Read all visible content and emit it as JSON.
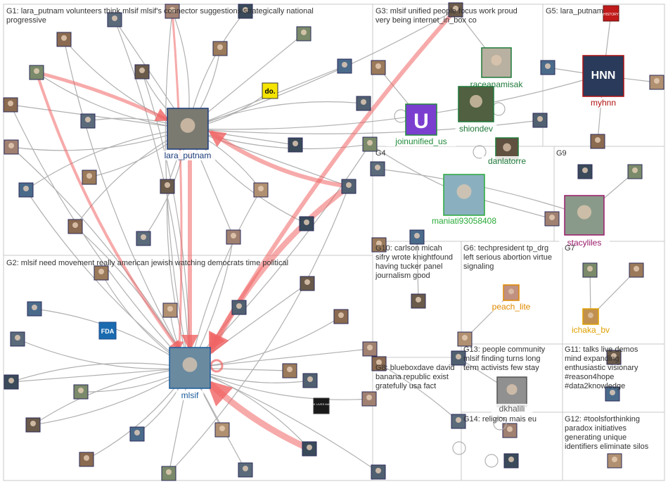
{
  "groups": [
    {
      "id": "G1",
      "title_lines": [
        "G1: lara_putnam volunteers think mlsif mlsif's connector suggestions strategically national",
        "progressive"
      ]
    },
    {
      "id": "G2",
      "title_lines": [
        "G2: mlsif need movement really american jewish watching democrats time political"
      ]
    },
    {
      "id": "G3",
      "title_lines": [
        "G3: mlsif unified people focus work proud",
        "very being internet_in_box co"
      ]
    },
    {
      "id": "G4",
      "title_lines": [
        "G4"
      ]
    },
    {
      "id": "G5",
      "title_lines": [
        "G5: lara_putnam"
      ]
    },
    {
      "id": "G6",
      "title_lines": [
        "G6: techpresident tp_drg",
        "left serious abortion virtue",
        "signaling"
      ]
    },
    {
      "id": "G7",
      "title_lines": [
        "G7"
      ]
    },
    {
      "id": "G8",
      "title_lines": [
        "G8: blueboxdave david",
        "banana republic exist",
        "gratefully usa fact"
      ]
    },
    {
      "id": "G9",
      "title_lines": [
        "G9"
      ]
    },
    {
      "id": "G10",
      "title_lines": [
        "G10: carlson micah",
        "sifry wrote knightfound",
        "having tucker panel",
        "journalism good"
      ]
    },
    {
      "id": "G11",
      "title_lines": [
        "G11: talks live demos",
        "mind expanding",
        "enthusiastic visionary",
        "#reason4hope",
        "#data2knowledge"
      ]
    },
    {
      "id": "G12",
      "title_lines": [
        "G12: #toolsforthinking",
        "paradox initiatives",
        "generating unique",
        "identifiers eliminate silos"
      ]
    },
    {
      "id": "G13",
      "title_lines": [
        "G13: people community",
        "mlsif finding turns long",
        "term activists few stay"
      ]
    },
    {
      "id": "G14",
      "title_lines": [
        "G14: religion mais eu"
      ]
    }
  ],
  "labeled_nodes": [
    {
      "id": "lara_putnam",
      "label": "lara_putnam",
      "color": "#1a3a7a",
      "fill": "#7a7a70"
    },
    {
      "id": "mlsif",
      "label": "mlsif",
      "color": "#1a5a9a",
      "fill": "#6a8aa0"
    },
    {
      "id": "joinunified_us",
      "label": "joinunified_us",
      "color": "#1f8a3a",
      "fill": "#7b3fd0"
    },
    {
      "id": "raceanamisak",
      "label": "raceanamisak",
      "color": "#1f7a3a",
      "fill": "#b8b0a0"
    },
    {
      "id": "shiondev",
      "label": "shiondev",
      "color": "#1f7a3a",
      "fill": "#506040"
    },
    {
      "id": "danlatorre",
      "label": "danlatorre",
      "color": "#1f7a3a",
      "fill": "#605040"
    },
    {
      "id": "maniati93058408",
      "label": "maniati93058408",
      "color": "#2aaa3a",
      "fill": "#8ab0c0"
    },
    {
      "id": "myhnn",
      "label": "myhnn",
      "color": "#b01010",
      "fill": "#2a3a5a"
    },
    {
      "id": "stacyliles",
      "label": "stacyliles",
      "color": "#9a1a6a",
      "fill": "#8a9a8a"
    },
    {
      "id": "peach_lite",
      "label": "peach_lite",
      "color": "#e08a00",
      "fill": "#c09080"
    },
    {
      "id": "ichaka_bv",
      "label": "ichaka_bv",
      "color": "#e0a000",
      "fill": "#c09050"
    },
    {
      "id": "dkhalili",
      "label": "dkhalili",
      "color": "#555555",
      "fill": "#909090"
    }
  ],
  "small_nodes": [
    {
      "id": "n_do",
      "label": "do.",
      "fill": "#f5e400"
    },
    {
      "id": "n_fda",
      "label": "FDA",
      "fill": "#1a6ab0"
    },
    {
      "id": "n_blacklives",
      "label": "BLACK LIVES MATTER",
      "fill": "#1a1a1a"
    },
    {
      "id": "n_history",
      "label": "HISTORY",
      "fill": "#c01a1a"
    },
    {
      "id": "n_hnn",
      "label": "HNN",
      "fill": "#2a3a5a"
    }
  ],
  "colors": {
    "edge_gray": "#b0b0b0",
    "edge_red": "#f06464",
    "panel_border": "#c8c8c8",
    "title_text": "#333333"
  }
}
